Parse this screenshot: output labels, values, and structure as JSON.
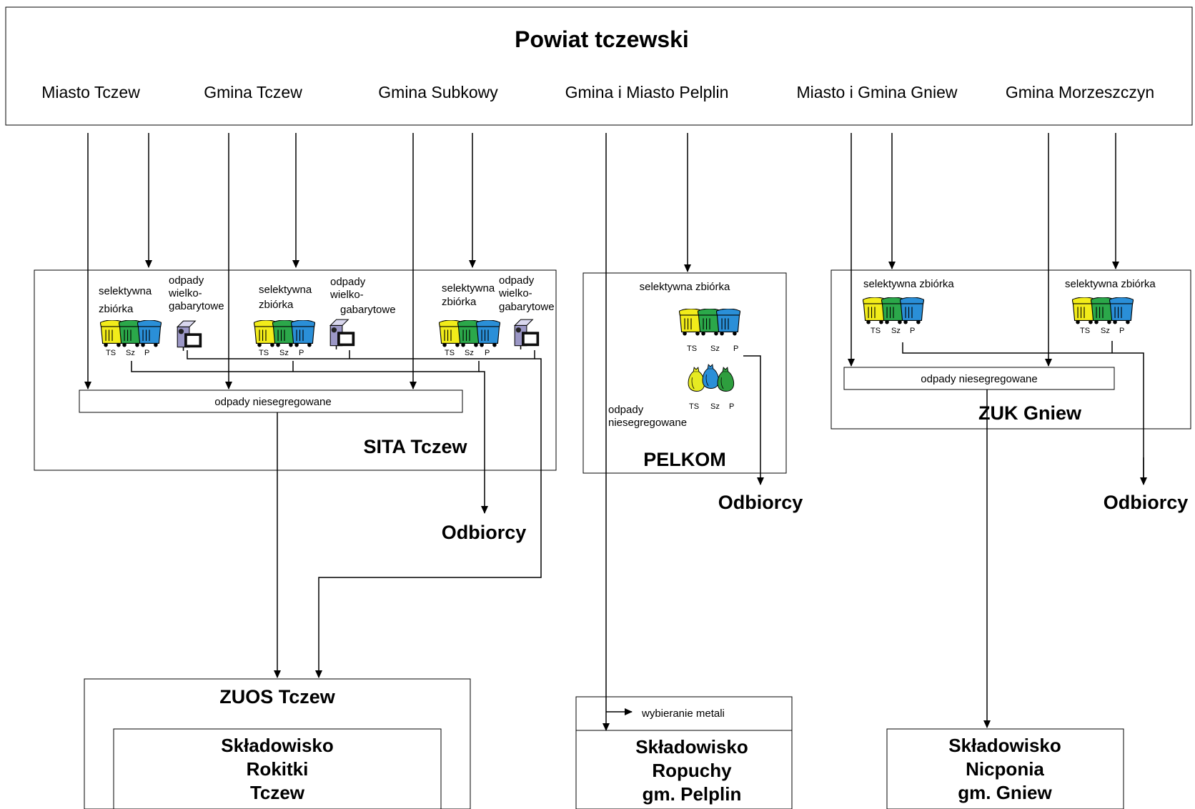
{
  "title": "Powiat tczewski",
  "units": [
    "Miasto Tczew",
    "Gmina Tczew",
    "Gmina Subkowy",
    "Gmina i Miasto Pelplin",
    "Miasto i Gmina Gniew",
    "Gmina Morzeszczyn"
  ],
  "labels": {
    "selective": "selektywna",
    "collection": "zbiórka",
    "selective_collection": "selektywna zbiórka",
    "bulky_1": "odpady",
    "bulky_2": "wielko-",
    "bulky_3": "gabarytowe",
    "unsorted": "odpady niesegregowane",
    "unsorted_1": "odpady",
    "unsorted_2": "niesegregowane",
    "bin_ts": "TS",
    "bin_sz": "Sz",
    "bin_p": "P",
    "metal": "wybieranie metali"
  },
  "operators": {
    "sita": "SITA Tczew",
    "pelkom": "PELKOM",
    "zuk": "ZUK Gniew",
    "zuos": "ZUOS Tczew"
  },
  "recipients": "Odbiorcy",
  "landfills": {
    "rokitki": [
      "Składowisko",
      "Rokitki",
      "Tczew"
    ],
    "ropuchy": [
      "Składowisko",
      "Ropuchy",
      "gm. Pelplin"
    ],
    "nicponia": [
      "Składowisko",
      "Nicponia",
      "gm. Gniew"
    ]
  },
  "colors": {
    "bin_yellow": "#f2ec1a",
    "bin_green": "#2ba84a",
    "bin_blue": "#2a8fd8",
    "bag_yellow": "#e6ea22",
    "bag_green": "#2e9e3e",
    "bag_blue": "#2a8fd8",
    "device": "#9b97c6"
  },
  "icons": [
    "waste-bin-icon",
    "bulky-waste-device-icon",
    "waste-bag-icon"
  ]
}
